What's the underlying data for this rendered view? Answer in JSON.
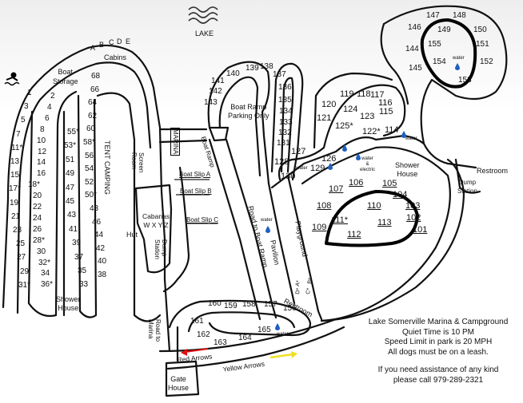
{
  "labels": {
    "lake": "LAKE",
    "cabins": "Cabins",
    "cabin_letters": [
      "A",
      "B",
      "C",
      "D",
      "E"
    ],
    "boat_storage": "Boat\nStorage",
    "shower_house_left": "Shower\nHouse",
    "tent_camping": "TENT CAMPING",
    "screen_room": "Screen\nRoom",
    "marina": "MARINA",
    "boat_ramp": "Boat Ramp",
    "boat_ramp_parking": "Boat Ramp\nParking Only",
    "boat_slip_a": "Boat Slip A",
    "boat_slip_b": "Boat Slip B",
    "boat_slip_c": "Boat Slip C",
    "cabanas": "Cabanas\nW X Y Z",
    "hut": "Hut",
    "dump_station_left": "Dump\nStation",
    "road_to_boat_ramp": "Road to Boat Ramp",
    "pavilion": "Pavilion",
    "playground": "Playground",
    "restroom": "Restroom",
    "shower_house_right": "Shower\nHouse",
    "dump_station_right": "Dump\nStation",
    "restroom_right": "Restroom",
    "road_to_marina": "Road to\nMarina",
    "gate_house": "Gate\nHouse",
    "red_arrows": "Red Arrows",
    "yellow_arrows": "Yellow Arrows",
    "water": "water",
    "water_electric": "water\n&\nelectric",
    "abcd": [
      "A*",
      "B*",
      "C*",
      "D*"
    ]
  },
  "notice": {
    "title": "Lake Somerville Marina & Campground",
    "line1": "Quiet Time is 10 PM",
    "line2": "Speed Limit in park is 20 MPH",
    "line3": "All dogs must be on a leash.",
    "help1": "If you need assistance of any kind",
    "help2": "please call 979-289-2321"
  },
  "sites_left_outer": [
    "1",
    "3",
    "5",
    "7",
    "11*",
    "13",
    "15",
    "17*",
    "19",
    "21",
    "23",
    "25",
    "27",
    "29",
    "31*"
  ],
  "sites_left_inner": [
    "2",
    "4",
    "6",
    "8",
    "10",
    "12",
    "14",
    "16",
    "18*",
    "20",
    "22",
    "24",
    "26",
    "28*",
    "30",
    "32*",
    "34",
    "36*"
  ],
  "sites_mid_a": [
    "55*",
    "53*",
    "51",
    "49",
    "47",
    "45",
    "43",
    "41",
    "39",
    "37",
    "35",
    "33"
  ],
  "sites_mid_b": [
    "68",
    "66",
    "64",
    "62",
    "60",
    "58*",
    "56",
    "54",
    "52",
    "50*",
    "48",
    "46",
    "44",
    "42",
    "40",
    "38"
  ],
  "sites_ramp_loop": [
    "140",
    "141",
    "142",
    "143",
    "139",
    "138",
    "137",
    "136",
    "135",
    "134",
    "133",
    "132",
    "131"
  ],
  "sites_top_right": [
    "147",
    "148",
    "146",
    "149",
    "150",
    "144",
    "155",
    "151",
    "154",
    "152",
    "145",
    "153"
  ],
  "sites_mid_right": [
    "119",
    "118",
    "117",
    "120",
    "124",
    "116",
    "121",
    "123",
    "115",
    "125*",
    "122*",
    "114",
    "127",
    "126",
    "128",
    "130",
    "129"
  ],
  "sites_lower_right": [
    "107",
    "106",
    "105",
    "108",
    "104",
    "110",
    "103",
    "109",
    "111*",
    "113",
    "102",
    "112",
    "101"
  ],
  "sites_bottom": [
    "160",
    "159",
    "158",
    "157",
    "156",
    "161",
    "162",
    "163",
    "164",
    "165"
  ],
  "colors": {
    "red_arrow": "#e01010",
    "yellow_arrow": "#f0e020",
    "water_drop": "#1f5fbf",
    "road": "#111111"
  },
  "icons": [
    "waves-icon",
    "swimmer-icon",
    "water-drop-icon",
    "arrow-left-icon",
    "arrow-right-icon"
  ]
}
